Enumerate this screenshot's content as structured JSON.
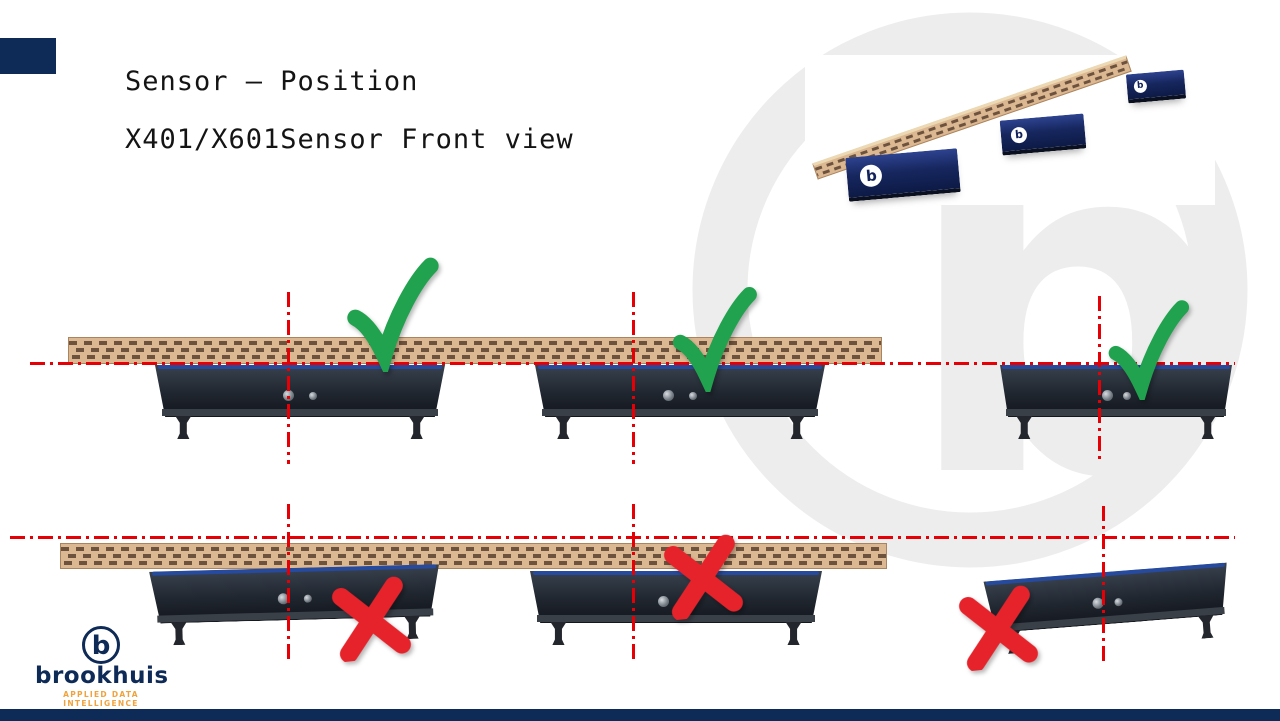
{
  "header": {
    "title_line1": "Sensor – Position",
    "title_line2": "X401/X601Sensor Front view"
  },
  "photo": {
    "sensor_badge_letter": "b"
  },
  "watermark": {
    "letter": "b"
  },
  "branding": {
    "name": "brookhuis",
    "tagline": "APPLIED DATA INTELLIGENCE",
    "mark_letter": "b"
  },
  "colors": {
    "navy": "#0e2a56",
    "guide_red": "#e60005",
    "check_green": "#21a24e",
    "cross_red": "#e6232b",
    "beam_tan": "#dcb892",
    "beam_dash": "#6d533e",
    "sensor_dark": "#1d2430",
    "logo_orange": "#f0a23c",
    "watermark_gray": "#ededed"
  }
}
